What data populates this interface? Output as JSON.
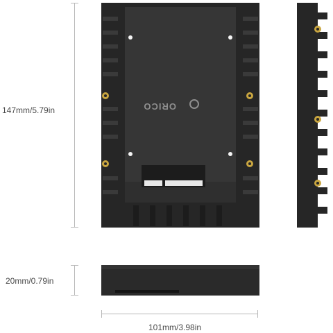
{
  "dimensions": {
    "height": "147mm/5.79in",
    "thickness": "20mm/0.79in",
    "width": "101mm/3.98in"
  },
  "logo": {
    "brand": "ORICO"
  },
  "colors": {
    "body": "#2b2b2b",
    "body_dark": "#1e1e1e",
    "plate": "#383838",
    "screw": "#c9a640",
    "dim_line": "#b8b8b8",
    "dim_text": "#4a4a4a"
  }
}
